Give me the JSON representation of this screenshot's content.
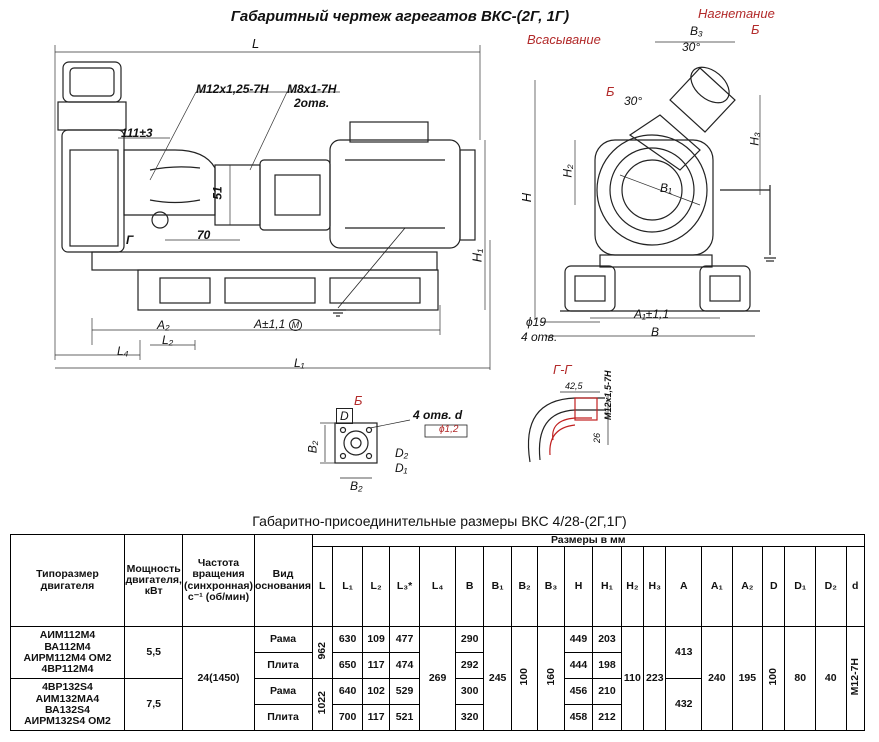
{
  "drawing": {
    "title": "Габаритный чертеж агрегатов ВКС-(2Г, 1Г)",
    "front": {
      "L": "L",
      "thread1": "M12x1,25-7H",
      "thread2": "M8x1-7H",
      "holes2": "2отв.",
      "dim111": "111±3",
      "dim51": "51",
      "dim70": "70",
      "G": "Г",
      "H1": "H₁",
      "A2": "A₂",
      "L2": "L₂",
      "L4": "L₄",
      "A11": "A±1,1",
      "L1": "L₁",
      "M": "M"
    },
    "side": {
      "suction": "Всасывание",
      "discharge": "Нагнетание",
      "B_arrow": "Б",
      "B3": "B₃",
      "angle30a": "30°",
      "angle30b": "30°",
      "B_left": "Б",
      "H": "H",
      "H2": "H₂",
      "H3": "H₃",
      "B1": "B₁",
      "phi19": "ϕ19",
      "holes4": "4 отв.",
      "A1": "A₁±1,1",
      "B": "B"
    },
    "viewB": {
      "title": "Б",
      "D": "D",
      "holes": "4 отв. d",
      "tol": "ϕ1,2",
      "B2a": "B₂",
      "B2b": "B₂",
      "D2": "D₂",
      "D1": "D₁"
    },
    "sectionGG": {
      "title": "Г-Г",
      "dim42": "42,5",
      "thread": "M12x1,5-7H",
      "dim26": "26"
    }
  },
  "table": {
    "title": "Габаритно-присоединительные размеры ВКС 4/28-(2Г,1Г)",
    "headers": {
      "motor": "Типоразмер двигателя",
      "power": "Мощность двигателя, кВт",
      "freq": "Частота вращения (синхронная) с⁻¹ (об/мин)",
      "base": "Вид основания",
      "dims": "Размеры в мм"
    },
    "cols": [
      "L",
      "L₁",
      "L₂",
      "L₃*",
      "L₄",
      "B",
      "B₁",
      "B₂",
      "B₃",
      "H",
      "H₁",
      "H₂",
      "H₃",
      "A",
      "A₁",
      "A₂",
      "D",
      "D₁",
      "D₂",
      "d"
    ],
    "group1": {
      "motors": [
        "АИМ112М4",
        "ВА112М4",
        "АИРМ112М4 ОМ2",
        "4ВР112М4"
      ],
      "power": "5,5",
      "L": "962",
      "rows": [
        {
          "base": "Рама",
          "L1": "630",
          "L2": "109",
          "L3": "477",
          "B": "290",
          "H": "449",
          "H1": "203"
        },
        {
          "base": "Плита",
          "L1": "650",
          "L2": "117",
          "L3": "474",
          "B": "292",
          "H": "444",
          "H1": "198"
        }
      ],
      "A": "413"
    },
    "group2": {
      "motors": [
        "4ВР132S4",
        "АИМ132МА4",
        "ВА132S4",
        "АИРМ132S4 ОМ2"
      ],
      "power": "7,5",
      "L": "1022",
      "rows": [
        {
          "base": "Рама",
          "L1": "640",
          "L2": "102",
          "L3": "529",
          "B": "300",
          "H": "456",
          "H1": "210"
        },
        {
          "base": "Плита",
          "L1": "700",
          "L2": "117",
          "L3": "521",
          "B": "320",
          "H": "458",
          "H1": "212"
        }
      ],
      "A": "432"
    },
    "shared": {
      "freq": "24(1450)",
      "L4": "269",
      "B1": "245",
      "B2": "100",
      "B3": "160",
      "H2": "110",
      "H3": "223",
      "A1": "240",
      "A2": "195",
      "D": "100",
      "D1": "80",
      "D2": "40",
      "d": "M12-7H"
    }
  }
}
